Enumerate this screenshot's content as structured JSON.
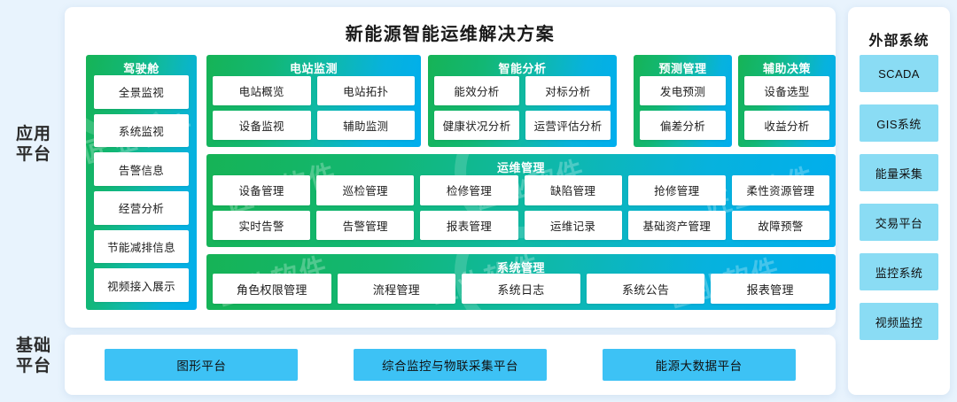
{
  "axis": {
    "application_platform": "应用\n平台",
    "application_platform_line1": "应用",
    "application_platform_line2": "平台",
    "foundation_platform_line1": "基础",
    "foundation_platform_line2": "平台"
  },
  "title": "新能源智能运维解决方案",
  "watermark": "匠业软件",
  "colors": {
    "gradient_start": "#16b356",
    "gradient_end": "#00aeee",
    "base_box": "#3dc2f5",
    "external_box": "#8adcf4",
    "page_background": "#e8f3fd",
    "card_background": "#ffffff"
  },
  "panels": [
    {
      "key": "cockpit",
      "title": "驾驶舱",
      "rows": [
        [
          "全景监视"
        ],
        [
          "系统监视"
        ],
        [
          "告警信息"
        ],
        [
          "经营分析"
        ],
        [
          "节能减排信息"
        ],
        [
          "视频接入展示"
        ]
      ]
    },
    {
      "key": "station",
      "title": "电站监测",
      "rows": [
        [
          "电站概览",
          "电站拓扑"
        ],
        [
          "设备监视",
          "辅助监测"
        ]
      ]
    },
    {
      "key": "analysis",
      "title": "智能分析",
      "rows": [
        [
          "能效分析",
          "对标分析"
        ],
        [
          "健康状况分析",
          "运营评估分析"
        ]
      ]
    },
    {
      "key": "forecast",
      "title": "预测管理",
      "rows": [
        [
          "发电预测"
        ],
        [
          "偏差分析"
        ]
      ]
    },
    {
      "key": "decision",
      "title": "辅助决策",
      "rows": [
        [
          "设备选型"
        ],
        [
          "收益分析"
        ]
      ]
    },
    {
      "key": "om",
      "title": "运维管理",
      "rows": [
        [
          "设备管理",
          "巡检管理",
          "检修管理",
          "缺陷管理",
          "抢修管理",
          "柔性资源管理"
        ],
        [
          "实时告警",
          "告警管理",
          "报表管理",
          "运维记录",
          "基础资产管理",
          "故障预警"
        ]
      ]
    },
    {
      "key": "system",
      "title": "系统管理",
      "rows": [
        [
          "角色权限管理",
          "流程管理",
          "系统日志",
          "系统公告",
          "报表管理"
        ]
      ]
    }
  ],
  "foundation": {
    "boxes": [
      "图形平台",
      "综合监控与物联采集平台",
      "能源大数据平台"
    ]
  },
  "external": {
    "title": "外部系统",
    "items": [
      "SCADA",
      "GIS系统",
      "能量采集",
      "交易平台",
      "监控系统",
      "视频监控"
    ]
  }
}
